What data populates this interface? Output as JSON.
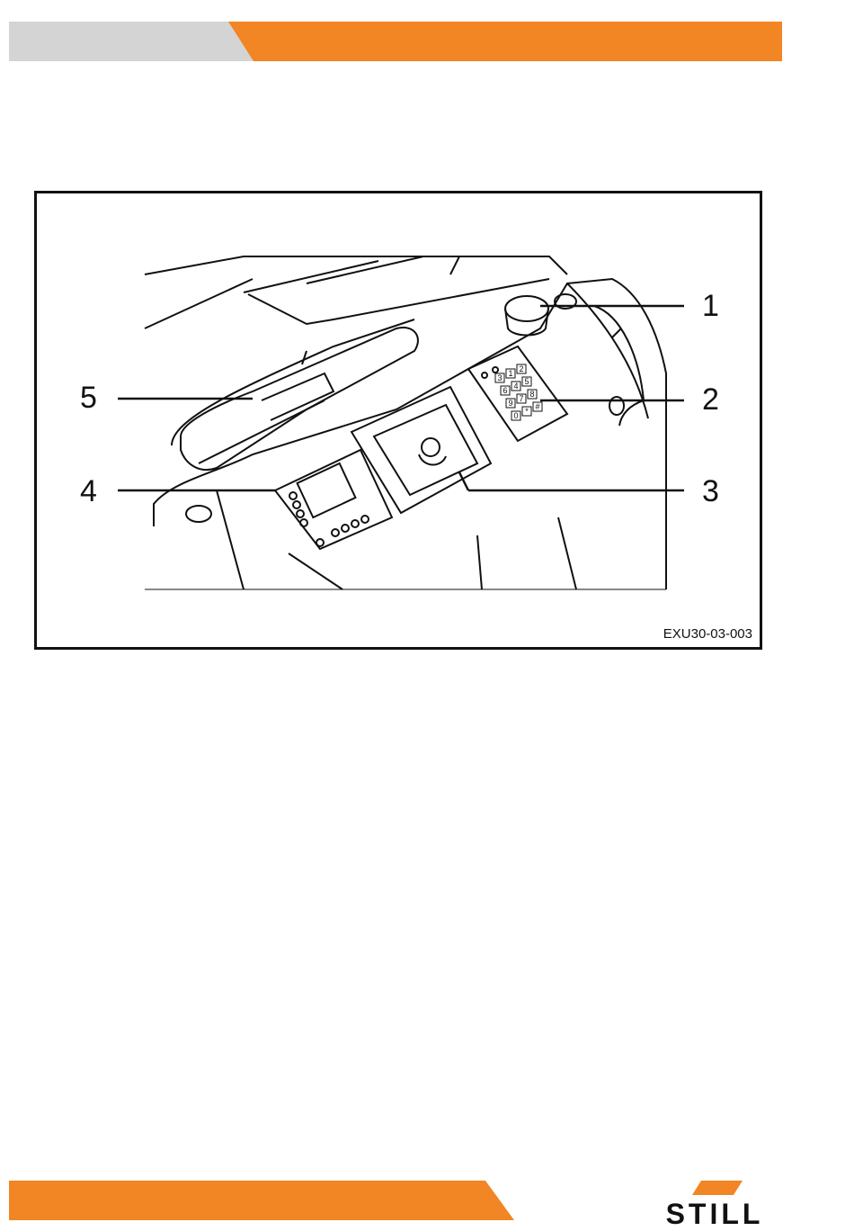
{
  "colors": {
    "accent_orange": "#F28524",
    "header_gray": "#D4D4D4",
    "line": "#111111"
  },
  "figure": {
    "id": "EXU30-03-003",
    "callouts": [
      {
        "label": "1"
      },
      {
        "label": "2"
      },
      {
        "label": "3"
      },
      {
        "label": "4"
      },
      {
        "label": "5"
      }
    ],
    "keypad_keys": [
      "3",
      "1",
      "2",
      "6",
      "4",
      "5",
      "9",
      "7",
      "8",
      "0",
      "*",
      "#"
    ]
  },
  "footer": {
    "brand": "STILL"
  }
}
